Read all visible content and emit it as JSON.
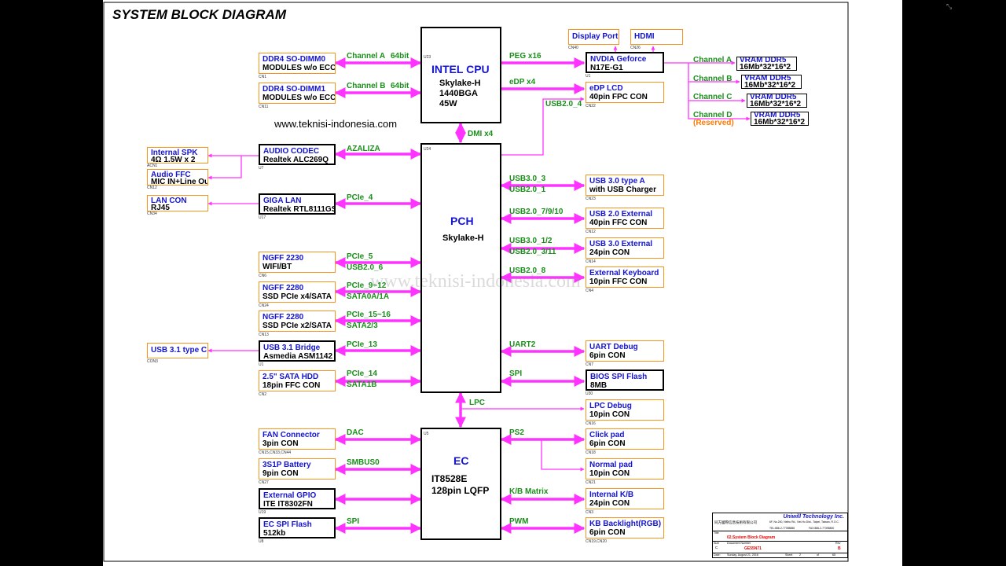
{
  "title": "SYSTEM BLOCK DIAGRAM",
  "website": "www.teknisi-indonesia.com",
  "watermark": "www.teknisi-indonesia.com",
  "colors": {
    "wire": "#ff33ff",
    "box_border": "#f7941d",
    "label": "#1a8f1a",
    "heading": "#1414d2",
    "reserved": "#ff7a00"
  },
  "ics": {
    "cpu": {
      "ref": "U23",
      "title": "INTEL CPU",
      "lines": [
        "Skylake-H",
        "1440BGA",
        "45W"
      ]
    },
    "pch": {
      "ref": "U24",
      "title": "PCH",
      "sub": "Skylake-H"
    },
    "ec": {
      "ref": "U5",
      "title": "EC",
      "lines": [
        "IT8528E",
        "128pin LQFP"
      ]
    }
  },
  "boxes": {
    "dimm0": {
      "l1": "DDR4 SO-DIMM0",
      "l2": "MODULES w/o ECC",
      "ref": "CN1"
    },
    "dimm1": {
      "l1": "DDR4 SO-DIMM1",
      "l2": "MODULES w/o ECC",
      "ref": "CN11"
    },
    "codec": {
      "l1": "AUDIO CODEC",
      "l2": "Realtek ALC269Q",
      "ref": "U7"
    },
    "spk": {
      "l1": "Internal SPK",
      "l2": "4Ω 1.5W x 2",
      "ref": "ACN1"
    },
    "affc": {
      "l1": "Audio FFC",
      "l2": "MIC IN+Line Out",
      "ref": "CN12"
    },
    "lan": {
      "l1": "GIGA LAN",
      "l2": "Realtek RTL8111GS",
      "ref": "U17"
    },
    "lancon": {
      "l1": "LAN CON",
      "l2": "RJ45",
      "ref": "CN34"
    },
    "ngff1": {
      "l1": "NGFF 2230",
      "l2": "WIFI/BT",
      "ref": "CN6"
    },
    "ngff2": {
      "l1": "NGFF 2280",
      "l2": "SSD PCIe x4/SATA",
      "ref": "CN24"
    },
    "ngff3": {
      "l1": "NGFF 2280",
      "l2": "SSD PCIe x2/SATA",
      "ref": "CN13"
    },
    "bridge": {
      "l1": "USB 3.1 Bridge",
      "l2": "Asmedia ASM1142",
      "ref": "U1"
    },
    "usbc": {
      "l1": "USB 3.1 type C",
      "l2": "",
      "ref": "CON3"
    },
    "hdd": {
      "l1": "2.5\" SATA HDD",
      "l2": "18pin FFC CON",
      "ref": "CN2"
    },
    "fan": {
      "l1": "FAN Connector",
      "l2": "3pin CON",
      "ref": "CN15,CN33,CN44"
    },
    "batt": {
      "l1": "3S1P Battery",
      "l2": "9pin CON",
      "ref": "CN27"
    },
    "gpio": {
      "l1": "External GPIO",
      "l2": "ITE IT8302FN",
      "ref": "U19"
    },
    "ecspi": {
      "l1": "EC SPI Flash",
      "l2": "512kb",
      "ref": "U8"
    },
    "dp": {
      "l1": "Display Port",
      "l2": "",
      "ref": "CN40"
    },
    "hdmi": {
      "l1": "HDMI",
      "l2": "",
      "ref": "CN26"
    },
    "gpu": {
      "l1": "NVDIA Geforce",
      "l2": "N17E-G1",
      "ref": "U1"
    },
    "edp": {
      "l1": "eDP LCD",
      "l2": "40pin FPC CON",
      "ref": "CN22"
    },
    "vramA": {
      "l1": "VRAM DDR5",
      "l2": "16Mb*32*16*2"
    },
    "vramB": {
      "l1": "VRAM DDR5",
      "l2": "16Mb*32*16*2"
    },
    "vramC": {
      "l1": "VRAM DDR5",
      "l2": "16Mb*32*16*2"
    },
    "vramD": {
      "l1": "VRAM DDR5",
      "l2": "16Mb*32*16*2"
    },
    "usb3a": {
      "l1": "USB 3.0 type A",
      "l2": "with USB Charger",
      "ref": "CN23"
    },
    "usb2e": {
      "l1": "USB 2.0 External",
      "l2": "40pin FFC CON",
      "ref": "CN12"
    },
    "usb3e": {
      "l1": "USB 3.0 External",
      "l2": "24pin CON",
      "ref": "CN14"
    },
    "extkb": {
      "l1": "External Keyboard",
      "l2": "10pin FFC CON",
      "ref": "CN4"
    },
    "uart": {
      "l1": "UART Debug",
      "l2": "6pin CON",
      "ref": "CN7"
    },
    "bios": {
      "l1": "BIOS SPI Flash",
      "l2": "8MB",
      "ref": "U30"
    },
    "lpcd": {
      "l1": "LPC Debug",
      "l2": "10pin CON",
      "ref": "CN16"
    },
    "click": {
      "l1": "Click pad",
      "l2": "6pin CON",
      "ref": "CN18"
    },
    "npad": {
      "l1": "Normal pad",
      "l2": "10pin CON",
      "ref": "CN21"
    },
    "ikb": {
      "l1": "Internal K/B",
      "l2": "24pin CON",
      "ref": "CN3"
    },
    "kbl": {
      "l1": "KB Backlight(RGB)",
      "l2": "6pin CON",
      "ref": "CN19,CN20"
    }
  },
  "labels": {
    "chA": "Channel A",
    "bitA": "64bit",
    "chB": "Channel B",
    "bitB": "64bit",
    "azalia": "AZALIZA",
    "pcie4": "PCIe_4",
    "pcie5": "PCIe_5",
    "usb2_6": "USB2.0_6",
    "pcie9": "PCIe_9~12",
    "sata0": "SATA0A/1A",
    "pcie15": "PCIe_15~16",
    "sata23": "SATA2/3",
    "pcie13": "PCIe_13",
    "pcie14": "PCIe_14",
    "sata1b": "SATA1B",
    "dac": "DAC",
    "smbus": "SMBUS0",
    "spi_l": "SPI",
    "peg": "PEG x16",
    "edp4": "eDP x4",
    "usb2_4": "USB2.0_4",
    "dmi": "DMI x4",
    "usb3_3": "USB3.0_3",
    "usb2_1": "USB2.0_1",
    "usb2_79": "USB2.0_7/9/10",
    "usb3_12": "USB3.0_1/2",
    "usb2_311": "USB2.0_3/11",
    "usb2_8": "USB2.0_8",
    "uart2": "UART2",
    "spi_r": "SPI",
    "lpc": "LPC",
    "ps2": "PS2",
    "kbm": "K/B Matrix",
    "pwm": "PWM",
    "gchA": "Channel A",
    "gchB": "Channel B",
    "gchC": "Channel C",
    "gchD": "Channel D",
    "reserved": "(Reserved)"
  },
  "title_block": {
    "company": "Uniwill Technology Inc.",
    "company_cn": "同方國際信息技術有限公司",
    "address": "6F, No.240, Neihu Rd., Nei-Hu Dist., Taipei, Taiwan, R.O.C.",
    "tel": "TEL:886-2-77398888",
    "fax": "FAX:886-2-77398800",
    "title_label": "Title",
    "title": "02.System Block Diagram",
    "size_label": "Size",
    "size": "C",
    "doc_label": "Document Number",
    "doc": "GE55N71",
    "rev_label": "Rev",
    "rev": "B",
    "date_label": "Date:",
    "date": "Sunday, August 21, 2016",
    "sheet_label": "Sheet",
    "sheet": "2",
    "of_label": "of",
    "of": "65"
  },
  "corner_glyph": "⤡"
}
